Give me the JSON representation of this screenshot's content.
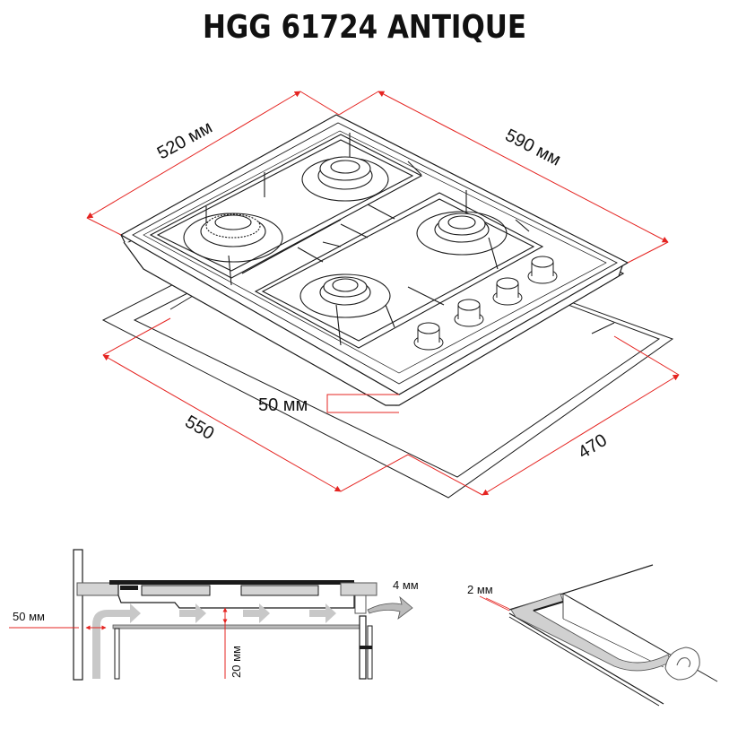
{
  "title": "HGG 61724 ANTIQUE",
  "colors": {
    "dimension_line": "#e52421",
    "outline": "#1a1a1a",
    "airflow_arrow": "#c8c8c8",
    "seal_fill": "#d0d0d0"
  },
  "top_view": {
    "dimensions": {
      "depth_label": "520 мм",
      "width_label": "590 мм",
      "cutout_width_label": "550",
      "cutout_depth_label": "470",
      "offset_label": "50 мм"
    },
    "burners": 4,
    "knobs": 4
  },
  "section_view": {
    "wall_gap_label": "50 мм",
    "air_gap_label": "20 мм",
    "edge_gap_label": "4 мм"
  },
  "seal_view": {
    "seal_thickness_label": "2 мм"
  }
}
